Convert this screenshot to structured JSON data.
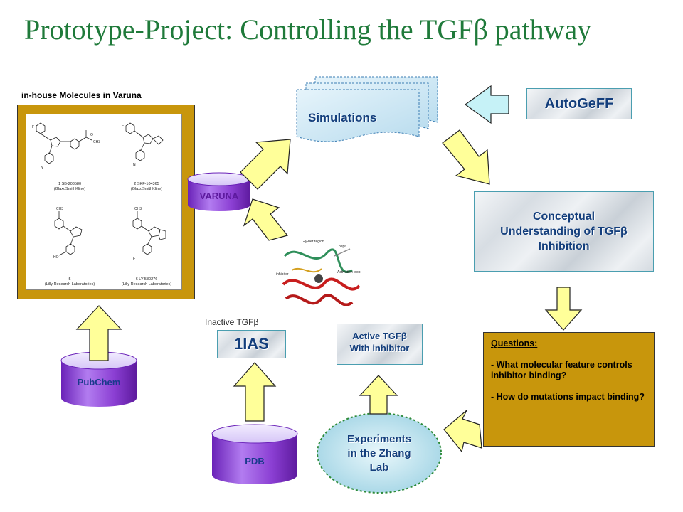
{
  "title": "Prototype-Project: Controlling the TGFβ pathway",
  "molecules_panel": {
    "caption": "in-house Molecules in Varuna",
    "compounds": [
      {
        "name": "1  SB-203580",
        "source": "(GlaxoSmithKline)"
      },
      {
        "name": "2  SKF-104365",
        "source": "(GlaxoSmithKline)"
      },
      {
        "name": "5",
        "source": "(Lilly Research Laboratories)"
      },
      {
        "name": "6  LY-580276",
        "source": "(Lilly Research Laboratories)"
      }
    ]
  },
  "databases": {
    "pubchem": "PubChem",
    "varuna": "VARUNA",
    "pdb": "PDB"
  },
  "simulations": "Simulations",
  "autogeff": "AutoGeFF",
  "conceptual": [
    "Conceptual",
    "Understanding of TGFβ",
    "Inhibition"
  ],
  "questions": {
    "heading": "Questions:",
    "items": [
      "- What molecular feature controls inhibitor binding?",
      "- How do mutations impact binding?"
    ]
  },
  "structure_1ias": {
    "caption": "Inactive TGFβ",
    "label": "1IAS"
  },
  "active_tgfb": [
    "Active TGFβ",
    "With inhibitor"
  ],
  "experiments": [
    "Experiments",
    "in the Zhang",
    "Lab"
  ],
  "protein_labels": [
    "Gly-ber region",
    "pep6",
    "inhibitor",
    "Activation loop"
  ],
  "colors": {
    "title": "#1f7a3a",
    "gold": "#c8960c",
    "yellow_arrow": "#ffff99",
    "blue_arrow": "#c6f2f7",
    "cylinder_purple": "#8b3fd3",
    "text_blue": "#133e7c"
  }
}
